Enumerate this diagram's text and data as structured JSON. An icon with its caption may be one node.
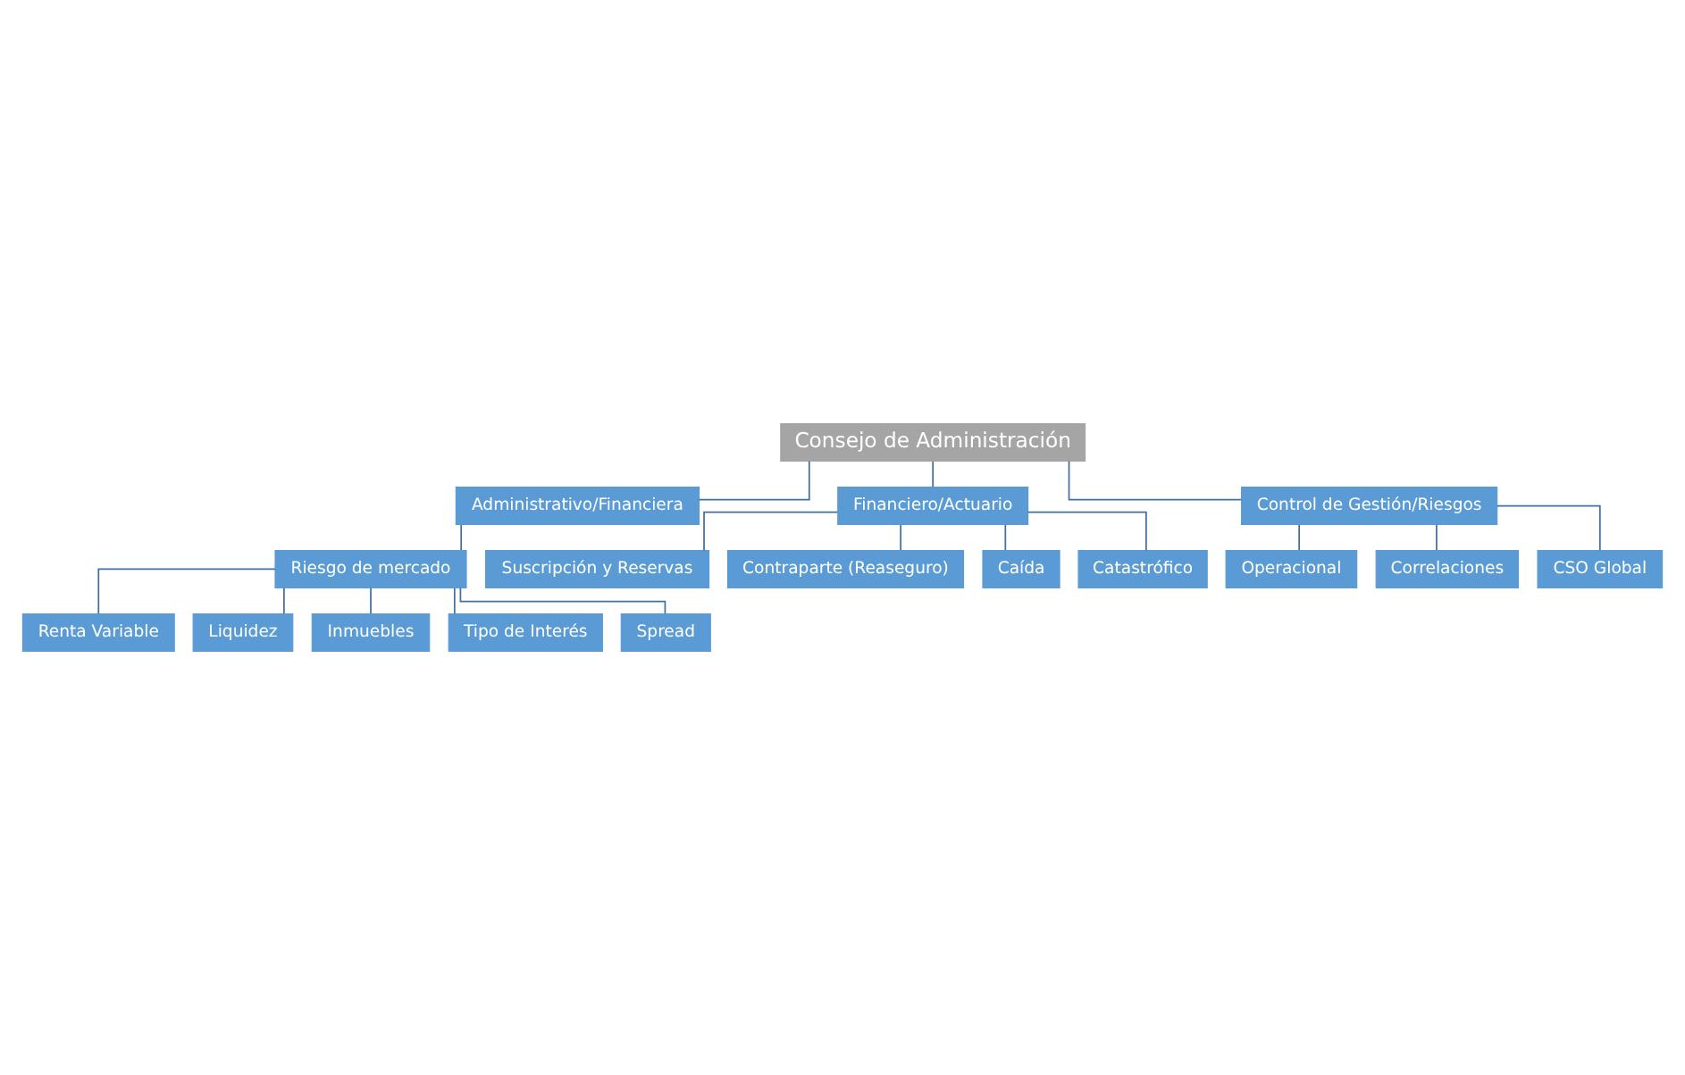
{
  "diagram": {
    "nodes": [
      {
        "text": [
          "Consejo de Administración"
        ]
      },
      {
        "text": [
          "Administrativo/Financiera"
        ]
      },
      {
        "text": [
          "Financiero/Actuario"
        ]
      },
      {
        "text": [
          "Control de Gestión/Riesgos"
        ]
      },
      {
        "text": [
          "Riesgo de mercado"
        ]
      },
      {
        "text": [
          "Renta Variable"
        ]
      },
      {
        "text": [
          "Liquidez"
        ]
      },
      {
        "text": [
          "Inmuebles"
        ]
      },
      {
        "text": [
          "Tipo de Interés"
        ]
      },
      {
        "text": [
          "Spread"
        ]
      },
      {
        "text": [
          "Suscripción y Reservas"
        ]
      },
      {
        "text": [
          "Contraparte (Reaseguro)"
        ]
      },
      {
        "text": [
          "Caída"
        ]
      },
      {
        "text": [
          "Catastrófico"
        ]
      },
      {
        "text": [
          "Operacional"
        ]
      },
      {
        "text": [
          "Correlaciones"
        ]
      },
      {
        "text": [
          "CSO Global"
        ]
      }
    ],
    "edges": [
      {
        "from": 0,
        "to": 1,
        "arrow": "none"
      },
      {
        "from": 0,
        "to": 2,
        "arrow": "none"
      },
      {
        "from": 0,
        "to": 3,
        "arrow": "none"
      },
      {
        "from": 1,
        "to": 4,
        "arrow": "none"
      },
      {
        "from": 4,
        "to": 5,
        "arrow": "none"
      },
      {
        "from": 4,
        "to": 6,
        "arrow": "none"
      },
      {
        "from": 4,
        "to": 7,
        "arrow": "none"
      },
      {
        "from": 4,
        "to": 8,
        "arrow": "none"
      },
      {
        "from": 4,
        "to": 9,
        "arrow": "none"
      },
      {
        "from": 2,
        "to": 10,
        "arrow": "none"
      },
      {
        "from": 2,
        "to": 11,
        "arrow": "none"
      },
      {
        "from": 2,
        "to": 12,
        "arrow": "none"
      },
      {
        "from": 2,
        "to": 13,
        "arrow": "none"
      },
      {
        "from": 3,
        "to": 14,
        "arrow": "none"
      },
      {
        "from": 3,
        "to": 15,
        "arrow": "none"
      },
      {
        "from": 3,
        "to": 16,
        "arrow": "none"
      }
    ]
  }
}
